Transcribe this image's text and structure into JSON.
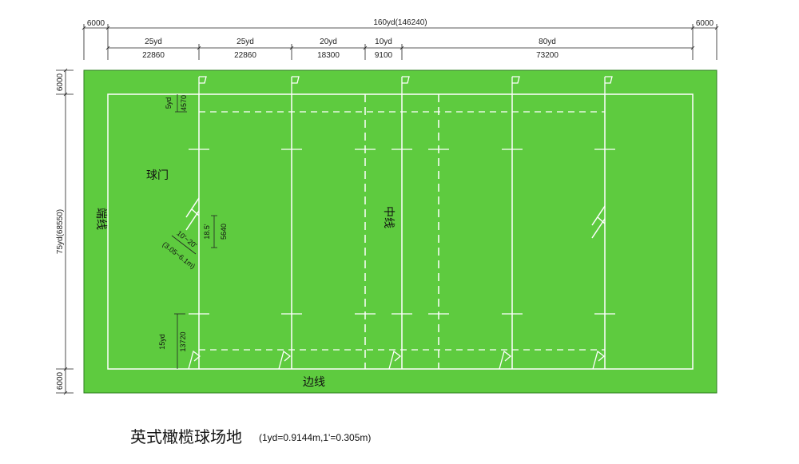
{
  "dimensions": {
    "total": "160yd(146240)",
    "left_margin": "6000",
    "right_margin": "6000",
    "segments": [
      {
        "yd": "25yd",
        "mm": "22860"
      },
      {
        "yd": "25yd",
        "mm": "22860"
      },
      {
        "yd": "20yd",
        "mm": "18300"
      },
      {
        "yd": "10yd",
        "mm": "9100"
      },
      {
        "yd": "80yd",
        "mm": "73200"
      }
    ],
    "vertical_total": "75yd(68550)",
    "top_margin": "6000",
    "bottom_margin": "6000"
  },
  "labels": {
    "goal": "球门",
    "end_line": "端线",
    "center_line": "中线",
    "side_line": "边线",
    "five_yd": "5yd",
    "five_yd_mm": "4570",
    "fifteen_yd": "15yd",
    "fifteen_yd_mm": "13720",
    "post_height": "18.5'",
    "post_width_mm": "5640",
    "crossbar_ft": "10'~20'",
    "crossbar_m": "(3.05~6.1m)"
  },
  "caption": {
    "title": "英式橄榄球场地",
    "note": "(1yd=0.9144m,1'=0.305m)"
  },
  "colors": {
    "field": "#5ecb3f",
    "lines": "#ffffff",
    "dim": "#222222"
  }
}
